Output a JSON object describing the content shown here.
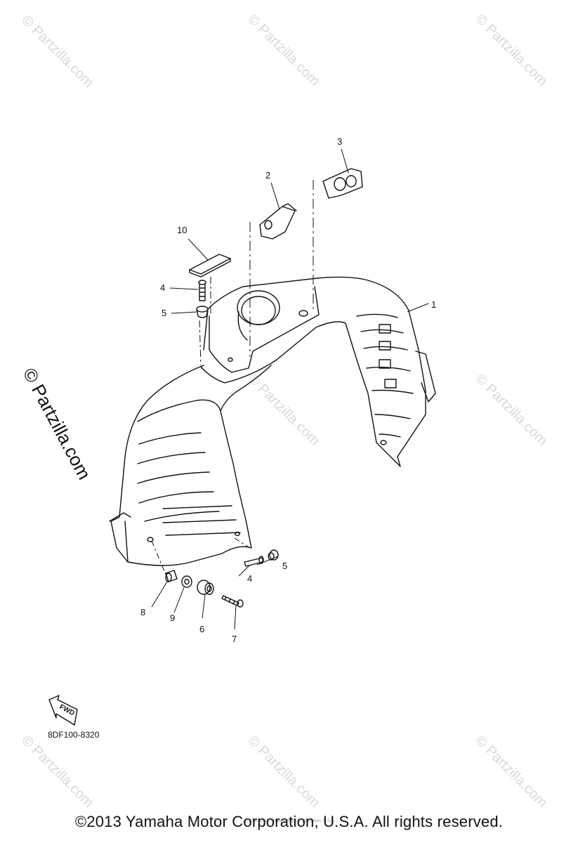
{
  "watermark": {
    "text": "© Partzilla.com"
  },
  "callouts": {
    "c1": "1",
    "c2": "2",
    "c3": "3",
    "c4a": "4",
    "c4b": "4",
    "c5a": "5",
    "c5b": "5",
    "c6": "6",
    "c7": "7",
    "c8": "8",
    "c9": "9",
    "c10": "10"
  },
  "fwd_label": "FWD",
  "diagram_code": "8DF100-8320",
  "footer": {
    "copyright": "©2013 Yamaha Motor Corporation, U.S.A. All rights reserved.",
    "tiny_notice": "(c) 2005-2016 Yamaha Motor Corporation, U.S.A."
  }
}
